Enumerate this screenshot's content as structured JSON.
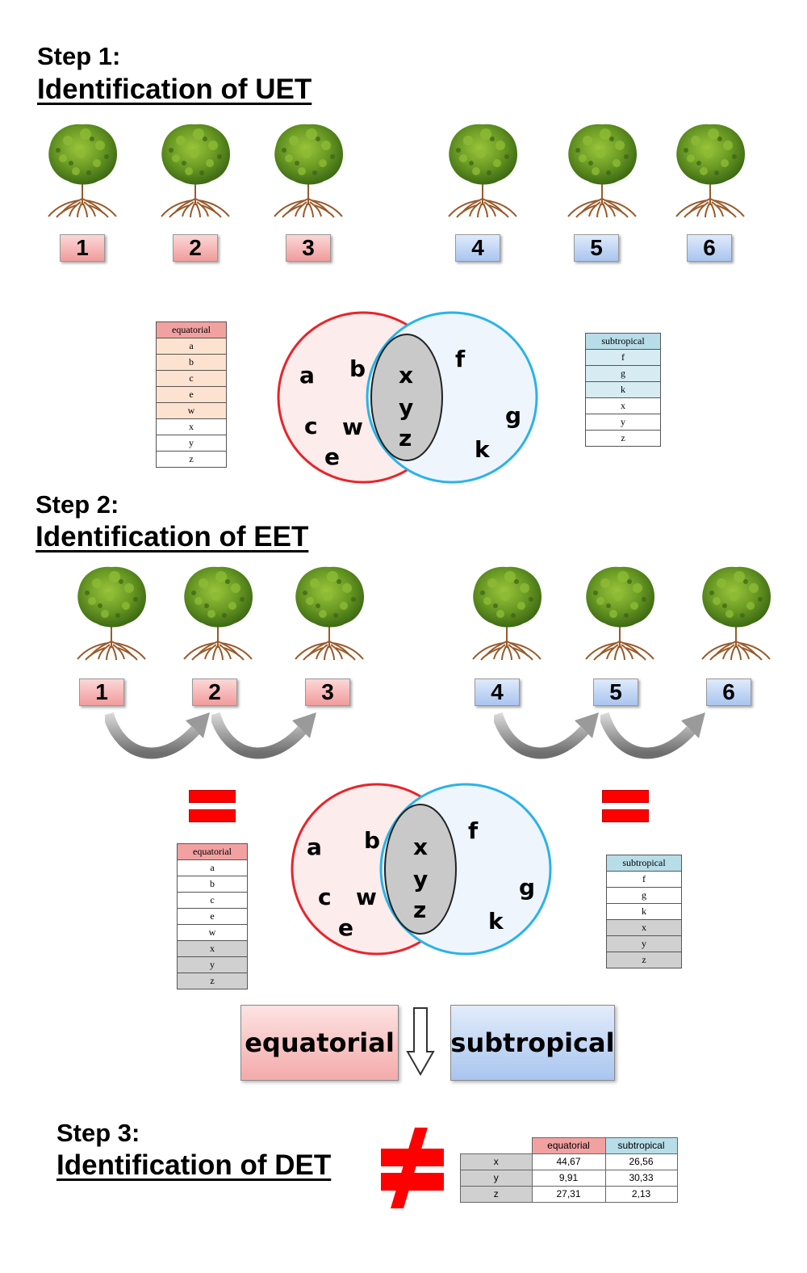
{
  "step1": {
    "label": "Step 1:",
    "title": "Identification of UET",
    "numbers": [
      "1",
      "2",
      "3",
      "4",
      "5",
      "6"
    ],
    "equatorial_table": {
      "header": "equatorial",
      "rows": [
        "a",
        "b",
        "c",
        "e",
        "w",
        "x",
        "y",
        "z"
      ]
    },
    "subtropical_table": {
      "header": "subtropical",
      "rows": [
        "f",
        "g",
        "k",
        "x",
        "y",
        "z"
      ]
    },
    "venn": {
      "left": [
        "a",
        "b",
        "c",
        "w",
        "e"
      ],
      "center": [
        "x",
        "y",
        "z"
      ],
      "right": [
        "f",
        "g",
        "k"
      ]
    }
  },
  "step2": {
    "label": "Step 2:",
    "title": "Identification of EET",
    "numbers": [
      "1",
      "2",
      "3",
      "4",
      "5",
      "6"
    ],
    "equatorial_table": {
      "header": "equatorial",
      "rows": [
        "a",
        "b",
        "c",
        "e",
        "w",
        "x",
        "y",
        "z"
      ]
    },
    "subtropical_table": {
      "header": "subtropical",
      "rows": [
        "f",
        "g",
        "k",
        "x",
        "y",
        "z"
      ]
    },
    "venn": {
      "left": [
        "a",
        "b",
        "c",
        "w",
        "e"
      ],
      "center": [
        "x",
        "y",
        "z"
      ],
      "right": [
        "f",
        "g",
        "k"
      ]
    },
    "box_left": "equatorial",
    "box_right": "subtropical"
  },
  "step3": {
    "label": "Step 3:",
    "title": "Identification of DET",
    "result_table": {
      "headers": [
        "equatorial",
        "subtropical"
      ],
      "rows": [
        {
          "name": "x",
          "equatorial": "44,67",
          "subtropical": "26,56"
        },
        {
          "name": "y",
          "equatorial": "9,91",
          "subtropical": "30,33"
        },
        {
          "name": "z",
          "equatorial": "27,31",
          "subtropical": "2,13"
        }
      ]
    }
  },
  "colors": {
    "equatorial_red": "#e8242a",
    "subtropical_blue": "#2ab3e6",
    "equatorial_fill": "#fdecec",
    "subtropical_fill": "#eef5fc",
    "overlap_fill": "#c9c9c9",
    "table_eq_header": "#f2a1a1",
    "table_eq_row": "#fde3cf",
    "table_sub_header": "#b7dde8",
    "table_sub_row": "#d6ecf2",
    "table_gray": "#d0d0d0",
    "not_equal_red": "#ff0000"
  },
  "icons": [
    "tree-icon",
    "curved-arrow-icon",
    "down-arrow-icon",
    "equals-sign-icon",
    "not-equal-icon"
  ]
}
